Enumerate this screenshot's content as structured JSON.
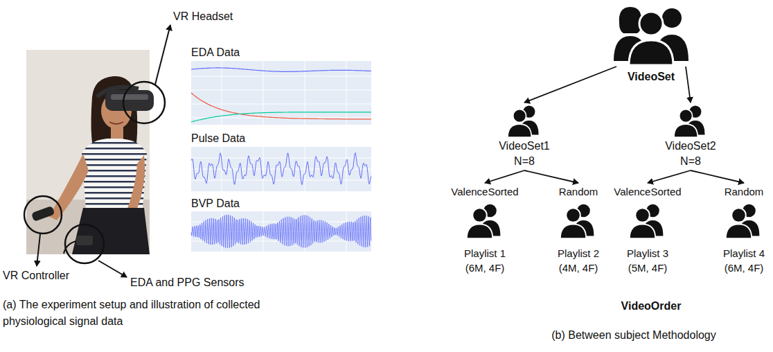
{
  "diagram": {
    "nodes": [
      {
        "text": [
          "VideoSet"
        ]
      },
      {
        "text": [
          "VideoSet1",
          "N=8"
        ]
      },
      {
        "text": [
          "VideoSet2",
          "N=8"
        ]
      },
      {
        "text": [
          "ValenceSorted",
          "Playlist 1",
          "(6M, 4F)"
        ]
      },
      {
        "text": [
          "Random",
          "Playlist 2",
          "(4M, 4F)"
        ]
      },
      {
        "text": [
          "ValenceSorted",
          "Playlist 3",
          "(5M, 4F)"
        ]
      },
      {
        "text": [
          "Random",
          "Playlist 4",
          "(6M, 4F)"
        ]
      }
    ],
    "edges": [
      {
        "from": 0,
        "to": 1,
        "arrow": "to"
      },
      {
        "from": 0,
        "to": 2,
        "arrow": "to"
      },
      {
        "from": 1,
        "to": 3,
        "arrow": "to"
      },
      {
        "from": 1,
        "to": 4,
        "arrow": "to"
      },
      {
        "from": 2,
        "to": 5,
        "arrow": "to"
      },
      {
        "from": 2,
        "to": 6,
        "arrow": "to"
      }
    ],
    "labels": [
      "VR Headset",
      "EDA Data",
      "Pulse Data",
      "BVP Data",
      "VR Controller",
      "EDA and PPG Sensors",
      "VideoOrder",
      "(a) The experiment setup and illustration of collected physiological signal data",
      "(b) Between subject Methodology"
    ]
  }
}
